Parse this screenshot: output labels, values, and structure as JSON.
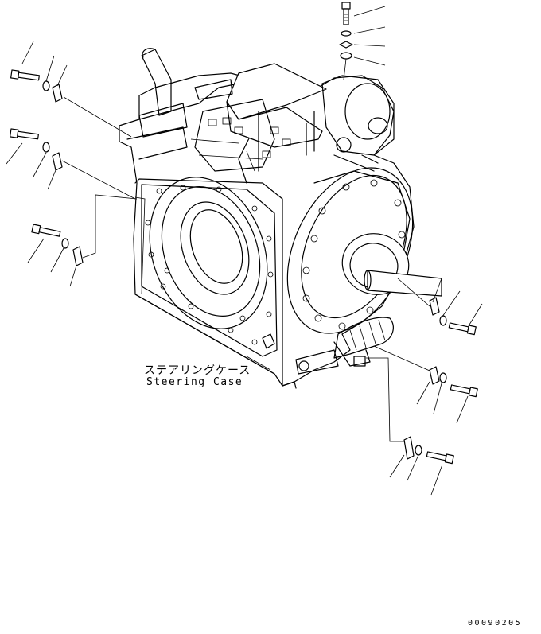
{
  "diagram": {
    "part_label_jp": "ステアリングケース",
    "part_label_en": "Steering Case",
    "drawing_code": "00090205"
  },
  "parts": [
    {
      "id": "bolt-top",
      "kind": "bolt-icon"
    },
    {
      "id": "washer-top-1",
      "kind": "washer-icon"
    },
    {
      "id": "washer-top-2",
      "kind": "washer-icon"
    },
    {
      "id": "washer-top-3",
      "kind": "washer-icon"
    },
    {
      "id": "bolt-left-1",
      "kind": "bolt-icon"
    },
    {
      "id": "bolt-left-2",
      "kind": "bolt-icon"
    },
    {
      "id": "bolt-left-3",
      "kind": "bolt-icon"
    },
    {
      "id": "bolt-right-1",
      "kind": "bolt-icon"
    },
    {
      "id": "bolt-right-2",
      "kind": "bolt-icon"
    },
    {
      "id": "bolt-right-3",
      "kind": "bolt-icon"
    },
    {
      "id": "clip-left-1",
      "kind": "clip-icon"
    },
    {
      "id": "clip-left-2",
      "kind": "clip-icon"
    },
    {
      "id": "clip-left-3",
      "kind": "clip-icon"
    },
    {
      "id": "clip-right-1",
      "kind": "clip-icon"
    },
    {
      "id": "clip-right-2",
      "kind": "clip-icon"
    },
    {
      "id": "clip-right-3",
      "kind": "clip-icon"
    }
  ]
}
